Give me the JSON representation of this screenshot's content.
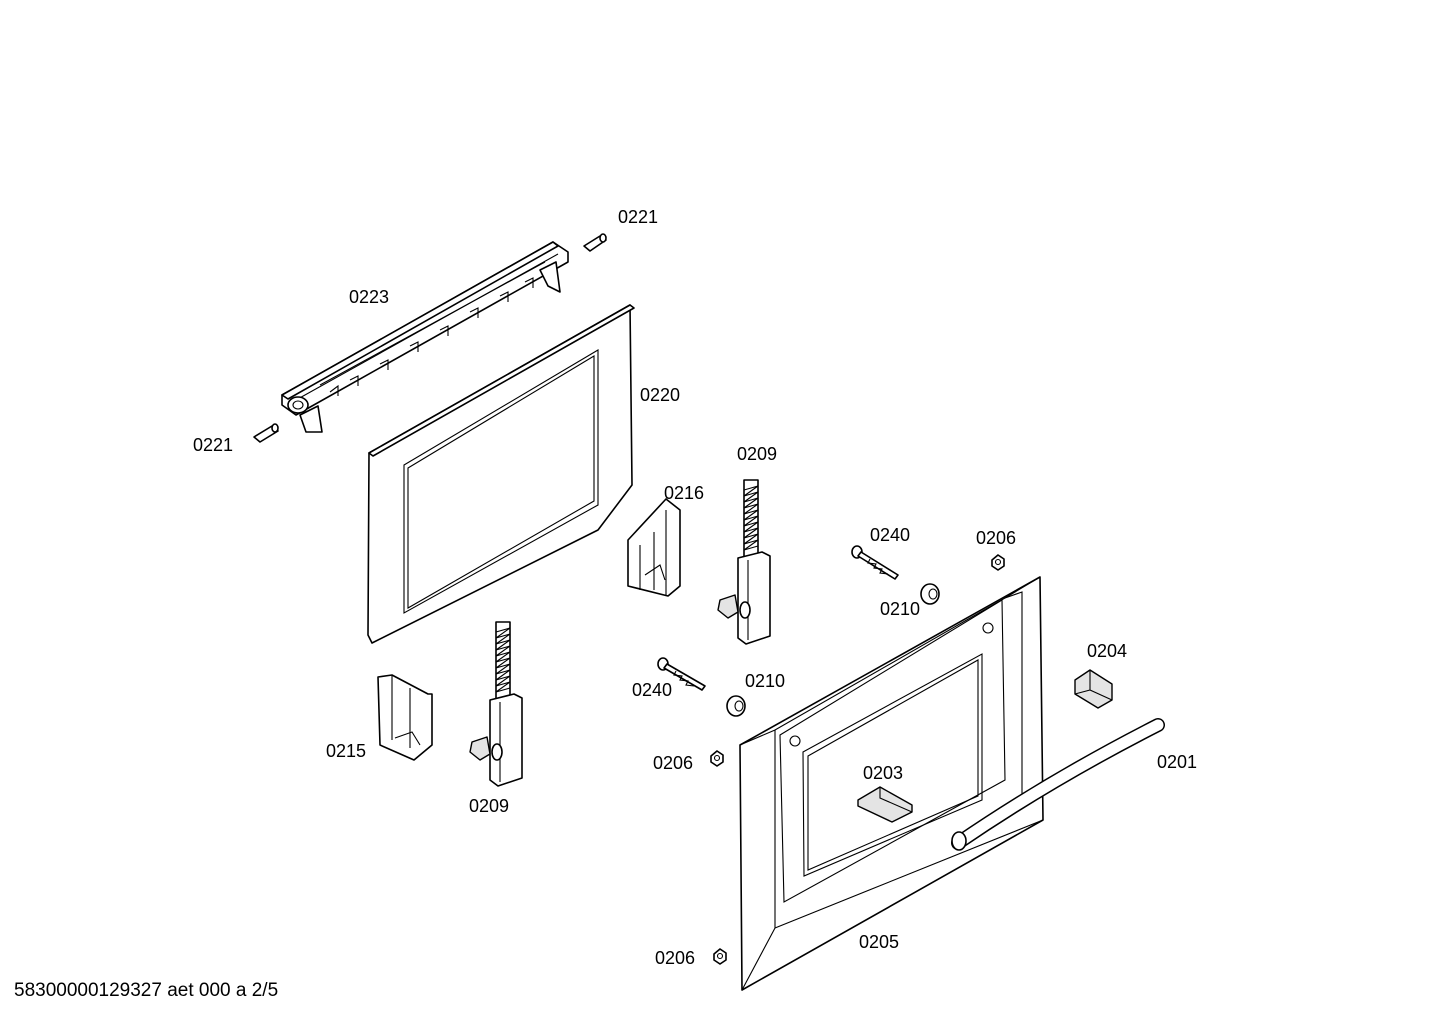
{
  "labels": {
    "p0221_top": "0221",
    "p0223": "0223",
    "p0221_left": "0221",
    "p0220": "0220",
    "p0209_right": "0209",
    "p0216": "0216",
    "p0240_top": "0240",
    "p0206_top": "0206",
    "p0210_top": "0210",
    "p0204": "0204",
    "p0240_bottom": "0240",
    "p0210_bottom": "0210",
    "p0201": "0201",
    "p0203": "0203",
    "p0206_mid": "0206",
    "p0215": "0215",
    "p0209_left": "0209",
    "p0205": "0205",
    "p0206_bottom": "0206"
  },
  "footer": "58300000129327 aet 000 a 2/5"
}
